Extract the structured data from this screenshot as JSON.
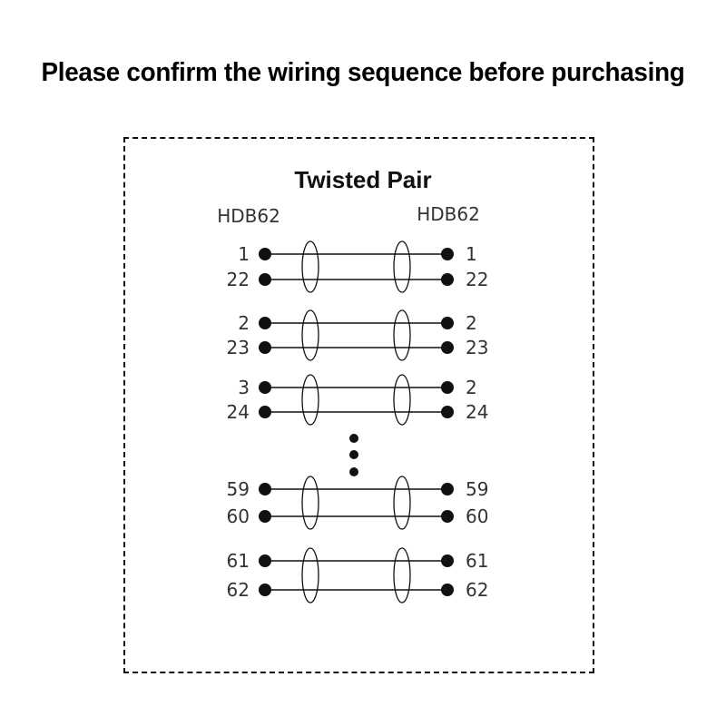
{
  "headline": "Please confirm the wiring sequence before purchasing",
  "diagram": {
    "title": "Twisted Pair",
    "left_connector": "HDB62",
    "right_connector": "HDB62",
    "pairs": [
      {
        "left": [
          "1",
          "22"
        ],
        "right": [
          "1",
          "22"
        ]
      },
      {
        "left": [
          "2",
          "23"
        ],
        "right": [
          "2",
          "23"
        ]
      },
      {
        "left": [
          "3",
          "24"
        ],
        "right": [
          "2",
          "24"
        ]
      },
      {
        "left": [
          "59",
          "60"
        ],
        "right": [
          "59",
          "60"
        ]
      },
      {
        "left": [
          "61",
          "62"
        ],
        "right": [
          "61",
          "62"
        ]
      }
    ],
    "ellipsis_after_pair": 2
  }
}
